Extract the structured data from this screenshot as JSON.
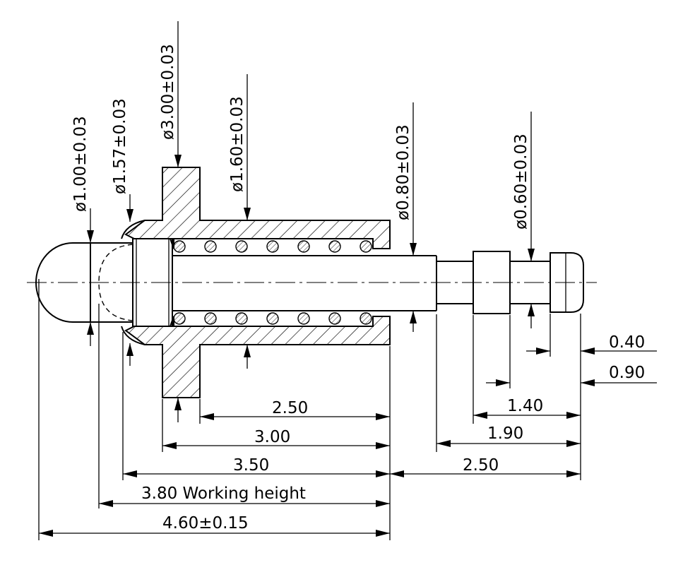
{
  "diameters": {
    "d100": "ø1.00±0.03",
    "d157": "ø1.57±0.03",
    "d300": "ø3.00±0.03",
    "d160": "ø1.60±0.03",
    "d080": "ø0.80±0.03",
    "d060": "ø0.60±0.03"
  },
  "lengths": {
    "l040": "0.40",
    "l090": "0.90",
    "l140": "1.40",
    "l190": "1.90",
    "l250_tail": "2.50",
    "l250": "2.50",
    "l300": "3.00",
    "l350": "3.50",
    "l380": "3.80 Working height",
    "l460": "4.60±0.15"
  }
}
